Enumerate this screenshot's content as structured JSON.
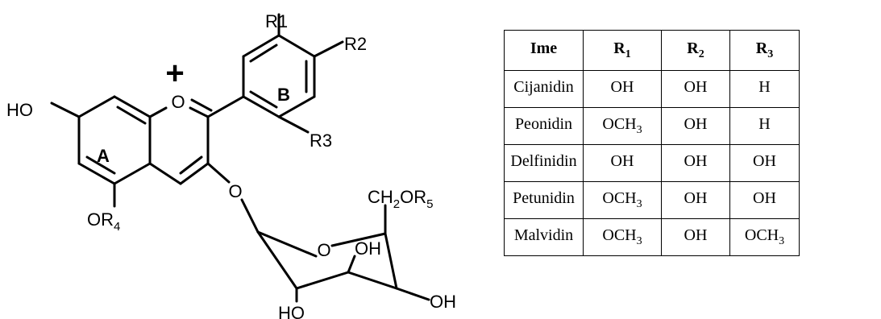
{
  "structure": {
    "labels": {
      "r1": "R1",
      "r2": "R2",
      "r3": "R3",
      "ho_left": "HO",
      "oxonium": "O",
      "plus": "+",
      "ring_a": "A",
      "ring_b": "B",
      "or4_main": "OR",
      "or4_sub": "4",
      "o_glyco": "O",
      "ch2or5_a": "CH",
      "ch2or5_a_sub": "2",
      "ch2or5_b": "OR",
      "ch2or5_b_sub": "5",
      "o_ring": "O",
      "oh_mid": "OH",
      "oh_right": "OH",
      "ho_bottom": "HO"
    }
  },
  "table": {
    "headers": [
      {
        "main": "Ime",
        "sub": ""
      },
      {
        "main": "R",
        "sub": "1"
      },
      {
        "main": "R",
        "sub": "2"
      },
      {
        "main": "R",
        "sub": "3"
      }
    ],
    "rows": [
      [
        {
          "main": "Cijanidin",
          "sub": ""
        },
        {
          "main": "OH",
          "sub": ""
        },
        {
          "main": "OH",
          "sub": ""
        },
        {
          "main": "H",
          "sub": ""
        }
      ],
      [
        {
          "main": "Peonidin",
          "sub": ""
        },
        {
          "main": "OCH",
          "sub": "3"
        },
        {
          "main": "OH",
          "sub": ""
        },
        {
          "main": "H",
          "sub": ""
        }
      ],
      [
        {
          "main": "Delfinidin",
          "sub": ""
        },
        {
          "main": "OH",
          "sub": ""
        },
        {
          "main": "OH",
          "sub": ""
        },
        {
          "main": "OH",
          "sub": ""
        }
      ],
      [
        {
          "main": "Petunidin",
          "sub": ""
        },
        {
          "main": "OCH",
          "sub": "3"
        },
        {
          "main": "OH",
          "sub": ""
        },
        {
          "main": "OH",
          "sub": ""
        }
      ],
      [
        {
          "main": "Malvidin",
          "sub": ""
        },
        {
          "main": "OCH",
          "sub": "3"
        },
        {
          "main": "OH",
          "sub": ""
        },
        {
          "main": "OCH",
          "sub": "3"
        }
      ]
    ]
  }
}
